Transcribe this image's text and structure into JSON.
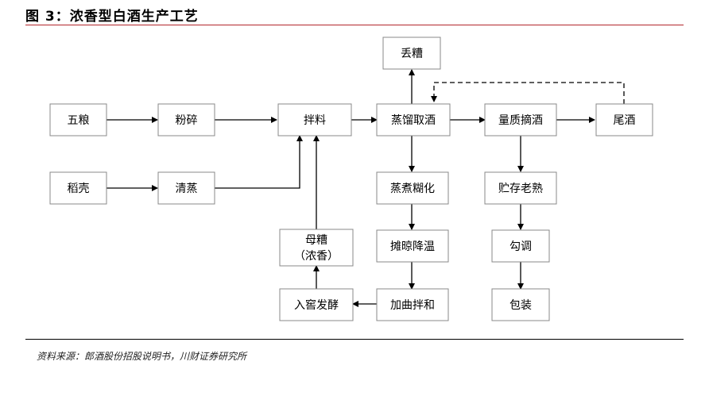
{
  "title": "图 3：浓香型白酒生产工艺",
  "source": "资料来源：郎酒股份招股说明书，川财证券研究所",
  "nodes": {
    "wuliang": "五粮",
    "fensui": "粉碎",
    "banliao": "拌料",
    "zhengliu": "蒸馏取酒",
    "liangzhi": "量质摘酒",
    "weijiu": "尾酒",
    "daoke": "稻壳",
    "qingzheng": "清蒸",
    "diuzao": "丢糟",
    "zhengzhu": "蒸煮糊化",
    "tanliang": "摊晾降温",
    "jiaqu": "加曲拌和",
    "muzao_1": "母糟",
    "muzao_2": "（浓香）",
    "rujiao": "入窖发酵",
    "zhucun": "贮存老熟",
    "goutiao": "勾调",
    "baozhuang": "包装"
  }
}
